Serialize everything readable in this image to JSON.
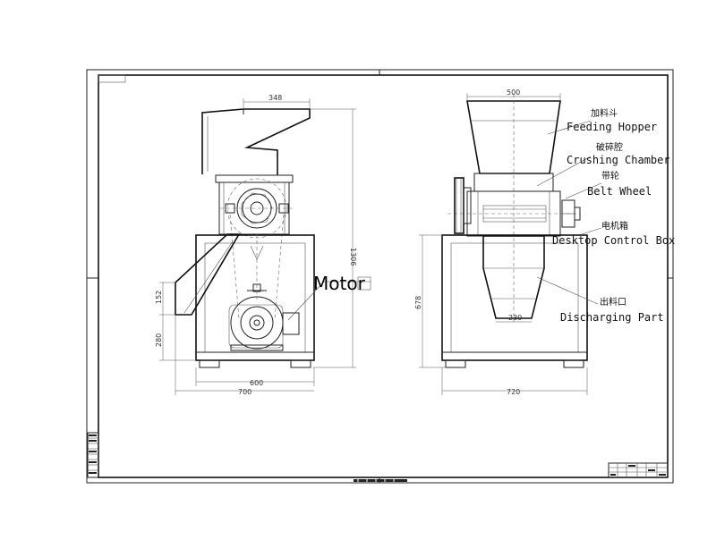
{
  "labels": {
    "motor": "Motor",
    "hopper_cn": "加料斗",
    "hopper_en": "Feeding Hopper",
    "chamber_cn": "破碎腔",
    "chamber_en": "Crushing Chamber",
    "belt_cn": "带轮",
    "belt_en": "Belt Wheel",
    "control_cn": "电机箱",
    "control_en": "Desktop Control Box",
    "discharge_cn": "出料口",
    "discharge_en": "Discharging Part"
  },
  "dimensions": {
    "left_top_width": "348",
    "left_height": "1306",
    "left_chute": "152",
    "left_motor_height": "280",
    "left_base_inner": "600",
    "left_base_outer": "700",
    "right_top_width": "500",
    "right_height": "678",
    "right_outlet": "230",
    "right_base": "720"
  }
}
